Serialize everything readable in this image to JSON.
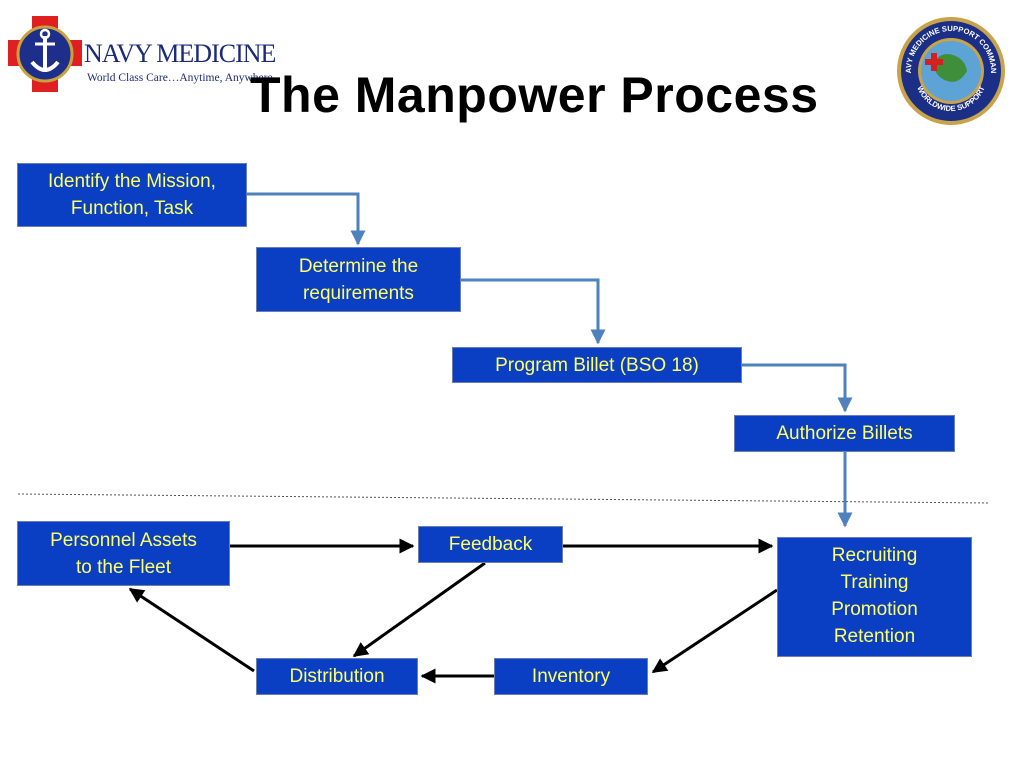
{
  "page": {
    "title": "The Manpower Process"
  },
  "logos": {
    "left": {
      "brand": "NAVY MEDICINE",
      "tagline": "World Class Care…Anytime, Anywhere",
      "icon": "anchor-cross-logo"
    },
    "right": {
      "ring_text_top": "NAVY MEDICINE SUPPORT COMMAND",
      "ring_text_bottom": "WORLDWIDE SUPPORT",
      "icon": "globe-seal-logo"
    }
  },
  "boxes": {
    "identify": [
      "Identify the Mission,",
      "Function, Task"
    ],
    "determine": [
      "Determine the",
      "requirements"
    ],
    "program": [
      "Program Billet (BSO 18)"
    ],
    "authorize": [
      "Authorize Billets"
    ],
    "personnel": [
      "Personnel Assets",
      "to the Fleet"
    ],
    "feedback": [
      "Feedback"
    ],
    "recruiting": [
      "Recruiting",
      "Training",
      "Promotion",
      "Retention"
    ],
    "distribution": [
      "Distribution"
    ],
    "inventory": [
      "Inventory"
    ]
  },
  "colors": {
    "box_fill": "#0a3fc4",
    "box_text": "#ffff66",
    "connector_blue": "#4f81bd",
    "connector_black": "#000000",
    "divider": "#555555"
  }
}
